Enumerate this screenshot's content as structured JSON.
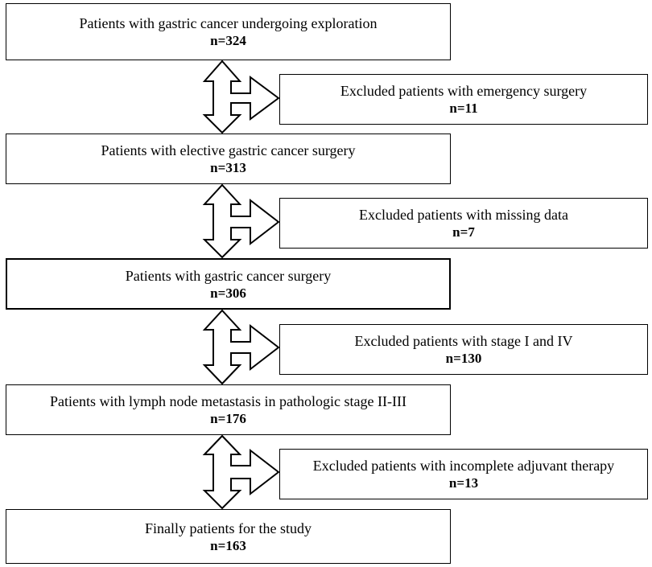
{
  "flow": {
    "steps": [
      {
        "label": "Patients with gastric cancer undergoing exploration",
        "count": "n=324"
      },
      {
        "label": "Patients with elective gastric cancer surgery",
        "count": "n=313"
      },
      {
        "label": "Patients with gastric cancer surgery",
        "count": "n=306"
      },
      {
        "label": "Patients with lymph node metastasis in pathologic stage II-III",
        "count": "n=176"
      },
      {
        "label": "Finally patients for the study",
        "count": "n=163"
      }
    ],
    "exclusions": [
      {
        "label": "Excluded patients with emergency surgery",
        "count": "n=11"
      },
      {
        "label": "Excluded patients with missing data",
        "count": "n=7"
      },
      {
        "label": "Excluded patients with stage I and IV",
        "count": "n=130"
      },
      {
        "label": "Excluded patients with incomplete adjuvant therapy",
        "count": "n=13"
      }
    ]
  }
}
